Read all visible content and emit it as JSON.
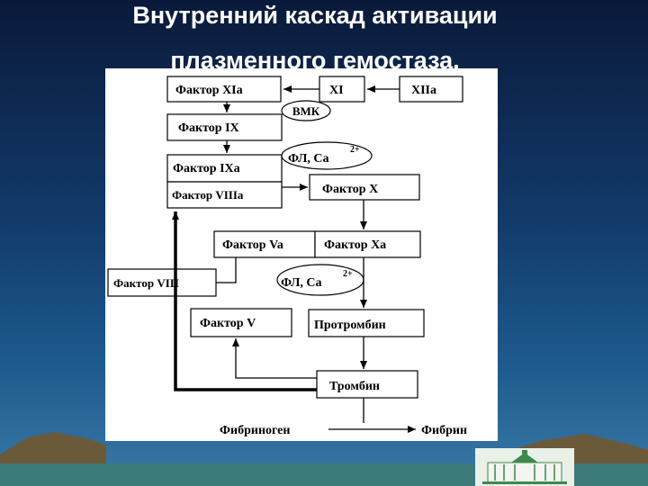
{
  "slide": {
    "title_line1": "Внутренний каскад активации",
    "title_line2": "плазменного гемостаза."
  },
  "diagram": {
    "factor_xia": "Фактор  XIa",
    "xi": "XI",
    "xiia": "XIIa",
    "vmk": "ВМК",
    "factor_ix": "Фактор  IX",
    "factor_ixa": "Фактор  IXa",
    "fl_ca_1": "ФЛ, Ca",
    "fl_ca_1_sup": "2+",
    "factor_viiia": "Фактор VIIIa",
    "factor_x": "Фактор  X",
    "factor_va": "Фактор Va",
    "factor_xa": "Фактор  Xa",
    "factor_viii": "Фактор VIII",
    "fl_ca_2": "ФЛ, Ca",
    "fl_ca_2_sup": "2+",
    "factor_v": "Фактор  V",
    "prothrombin": "Протромбин",
    "thrombin": "Тромбин",
    "fibrinogen": "Фибриноген",
    "fibrin": "Фибрин"
  },
  "colors": {
    "background_top": "#0a1a3a",
    "background_bottom": "#3a7aa6",
    "title_text": "#ffffff",
    "panel": "#ffffff",
    "lines": "#000000"
  }
}
